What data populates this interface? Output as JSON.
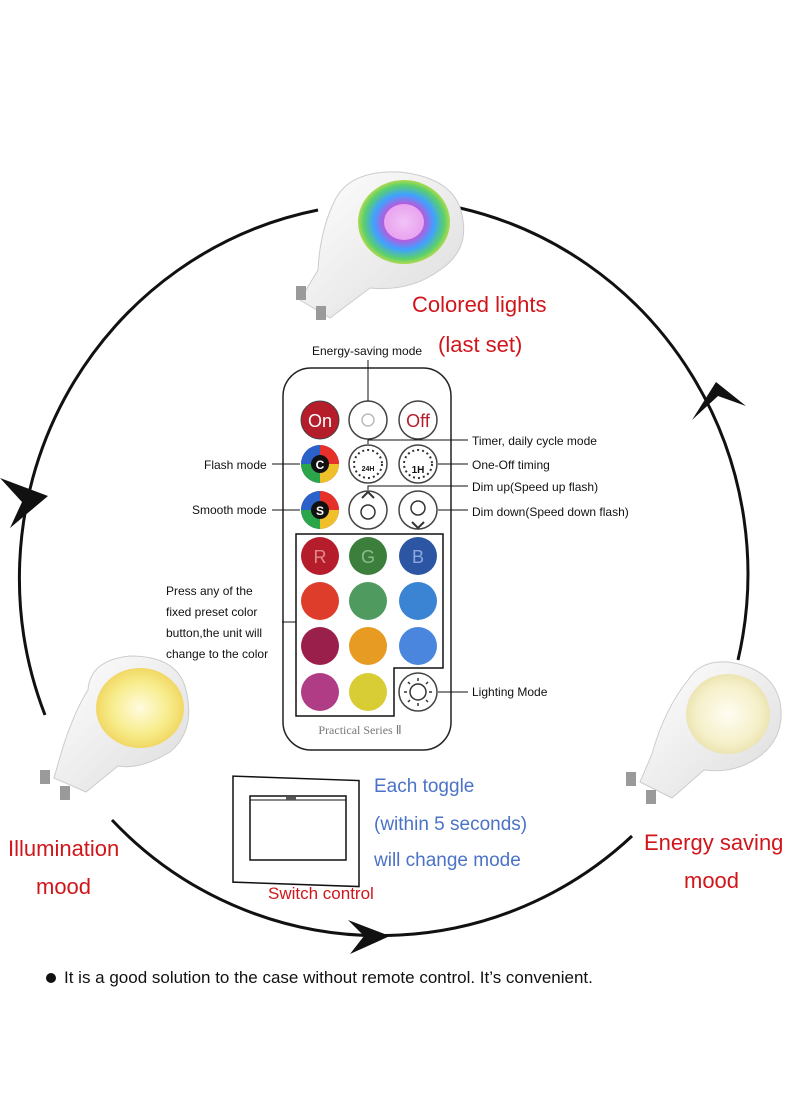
{
  "modes": {
    "colored": {
      "line1": "Colored lights",
      "line2": "(last set)"
    },
    "illumination": {
      "line1": "Illumination",
      "line2": "mood"
    },
    "energy": {
      "line1": "Energy saving",
      "line2": "mood"
    }
  },
  "toggle_text": {
    "line1": "Each toggle",
    "line2": "(within 5 seconds)",
    "line3": "will change mode"
  },
  "switch_label": "Switch control",
  "remote": {
    "on_label": "On",
    "off_label": "Off",
    "c_label": "C",
    "s_label": "S",
    "timer_1h": "1H",
    "timer_24h": "24H",
    "r_label": "R",
    "g_label": "G",
    "b_label": "B",
    "series": "Practical Series Ⅱ"
  },
  "annotations": {
    "energy_saving_mode": "Energy-saving mode",
    "timer": "Timer, daily cycle mode",
    "flash": "Flash mode",
    "one_off": "One-Off timing",
    "dim_up": "Dim up(Speed up flash)",
    "smooth": "Smooth mode",
    "dim_down": "Dim down(Speed down flash)",
    "preset_1": "Press any of the",
    "preset_2": "fixed preset color",
    "preset_3": "button,the unit will",
    "preset_4": "change to the color",
    "lighting": "Lighting Mode"
  },
  "color_buttons": [
    "#b51d2b",
    "#3c7f3c",
    "#2c56a4",
    "#dd3d2a",
    "#4f9a5f",
    "#3b84d4",
    "#9a1f4a",
    "#e79b23",
    "#4a86dd",
    "#b13c86",
    "#d9cd36"
  ],
  "footer": "It is a good solution to the case without remote control. It’s convenient."
}
